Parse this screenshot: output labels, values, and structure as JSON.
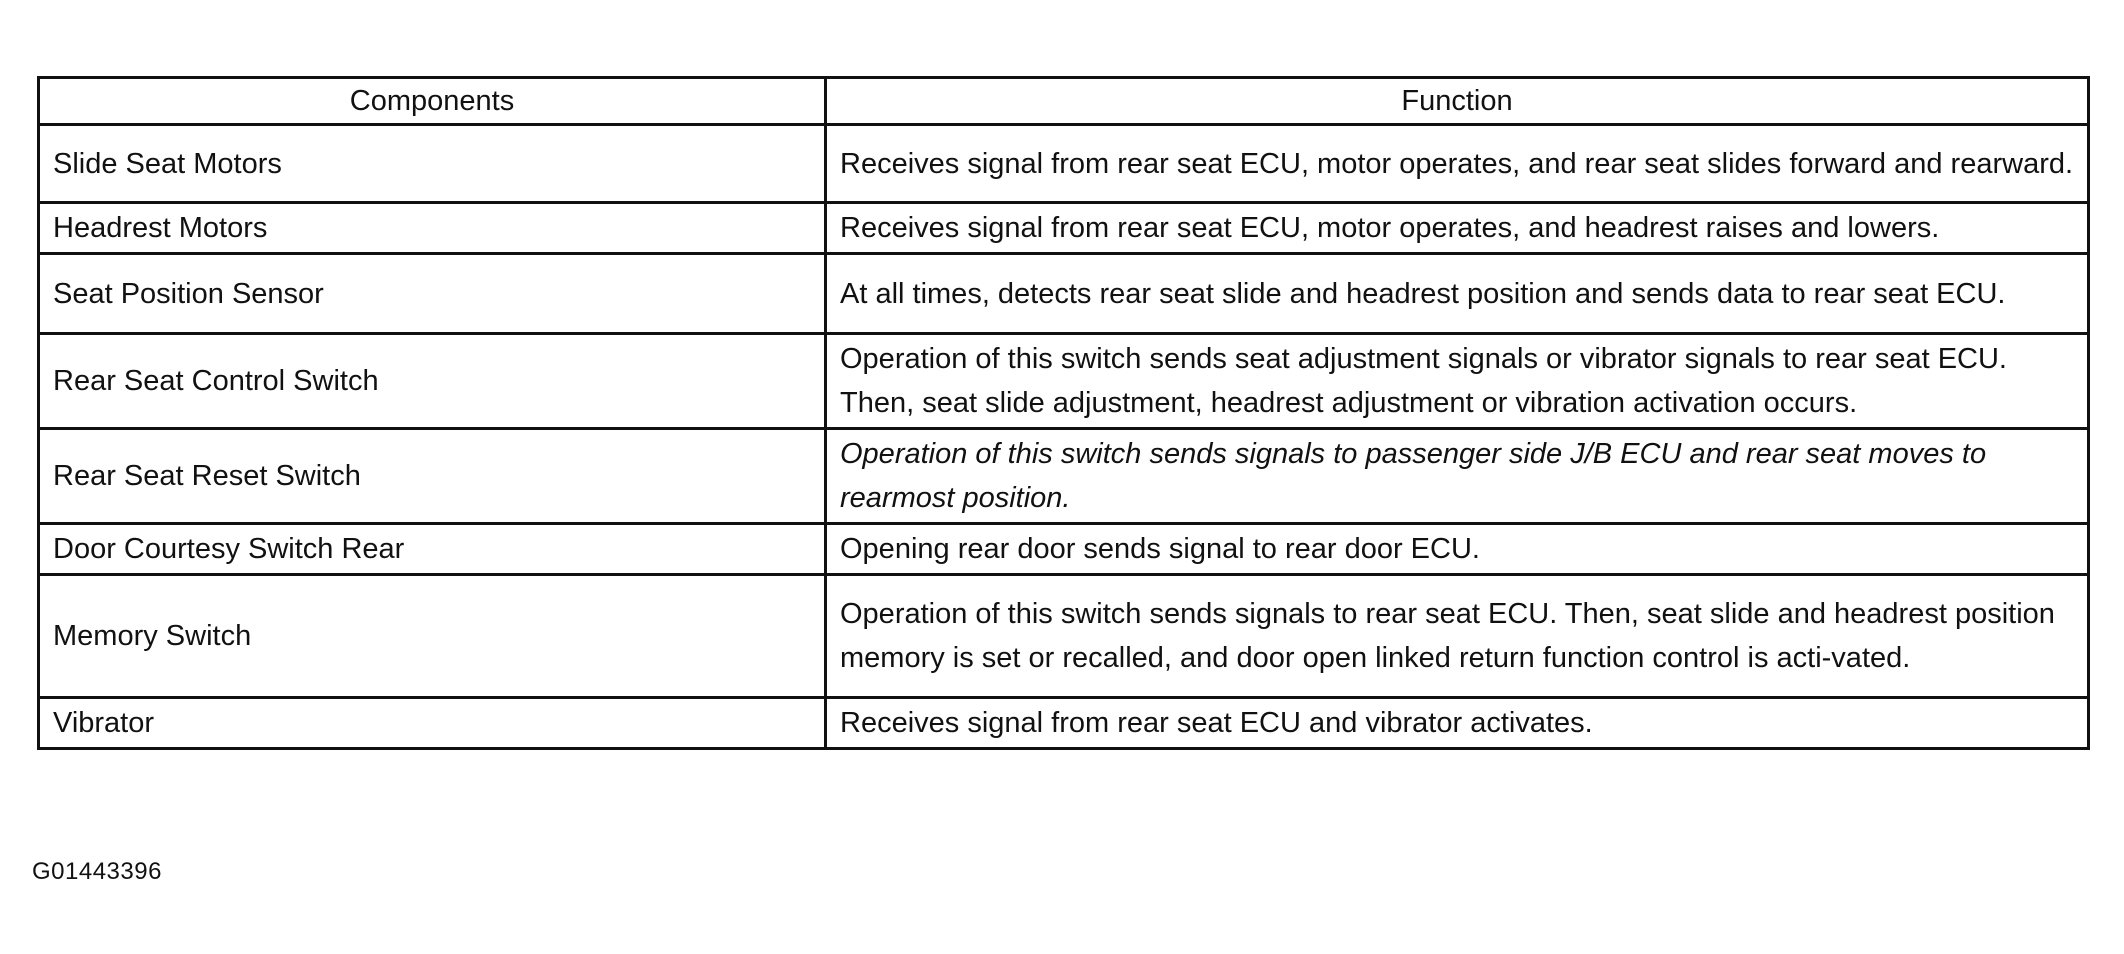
{
  "table": {
    "headers": [
      "Components",
      "Function"
    ],
    "rows": [
      {
        "component": "Slide Seat Motors",
        "function": "Receives signal from rear seat ECU, motor operates, and rear seat slides forward and rearward."
      },
      {
        "component": "Headrest Motors",
        "function": "Receives signal from rear seat ECU, motor operates, and headrest raises and lowers."
      },
      {
        "component": "Seat Position Sensor",
        "function": "At all times, detects rear seat slide and headrest position and sends data to rear seat ECU."
      },
      {
        "component": "Rear Seat Control Switch",
        "function": "Operation of this switch sends seat adjustment signals or vibrator signals to rear seat ECU. Then, seat slide adjustment, headrest adjustment or vibration activation occurs."
      },
      {
        "component": "Rear Seat Reset Switch",
        "function": "Operation of this switch sends signals to passenger side J/B ECU and rear seat moves to rearmost position."
      },
      {
        "component": "Door Courtesy Switch Rear",
        "function": "Opening rear door sends signal to rear door ECU."
      },
      {
        "component": "Memory Switch",
        "function": "Operation of this switch sends signals to rear seat ECU. Then, seat slide and headrest position memory is set or recalled, and door open linked return function control is acti-vated."
      },
      {
        "component": "Vibrator",
        "function": "Receives signal from rear seat ECU and vibrator activates."
      }
    ]
  },
  "figure_id": "G01443396"
}
